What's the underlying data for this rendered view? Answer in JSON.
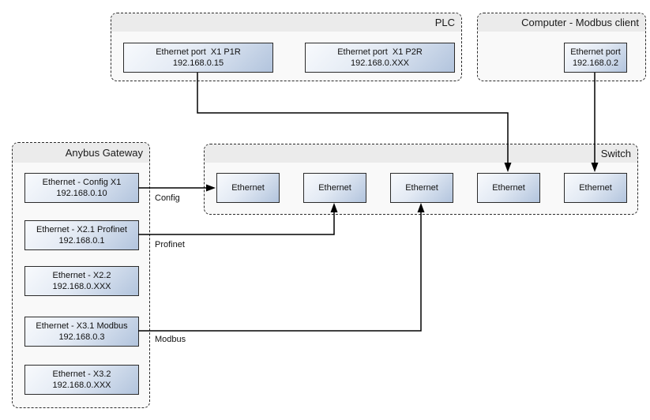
{
  "plc": {
    "title": "PLC",
    "ports": [
      {
        "name": "Ethernet port  X1 P1R",
        "ip": "192.168.0.15"
      },
      {
        "name": "Ethernet port  X1 P2R",
        "ip": "192.168.0.XXX"
      }
    ]
  },
  "computer": {
    "title": "Computer - Modbus client",
    "port": {
      "name": "Ethernet port",
      "ip": "192.168.0.2"
    }
  },
  "gateway": {
    "title": "Anybus Gateway",
    "ports": [
      {
        "name": "Ethernet - Config X1",
        "ip": "192.168.0.10"
      },
      {
        "name": "Ethernet - X2.1 Profinet",
        "ip": "192.168.0.1"
      },
      {
        "name": "Ethernet - X2.2",
        "ip": "192.168.0.XXX"
      },
      {
        "name": "Ethernet - X3.1 Modbus",
        "ip": "192.168.0.3"
      },
      {
        "name": "Ethernet - X3.2",
        "ip": "192.168.0.XXX"
      }
    ]
  },
  "switch": {
    "title": "Switch",
    "ports": [
      {
        "label": "Ethernet"
      },
      {
        "label": "Ethernet"
      },
      {
        "label": "Ethernet"
      },
      {
        "label": "Ethernet"
      },
      {
        "label": "Ethernet"
      }
    ]
  },
  "connections": {
    "config_label": "Config",
    "profinet_label": "Profinet",
    "modbus_label": "Modbus"
  },
  "colors": {
    "container_body": "#f9f9f9",
    "container_band": "#ebebeb",
    "node_gradient_start": "#f8fafd",
    "node_gradient_end": "#b2c4dd",
    "line": "#000000",
    "border_dashed": "#2b2b2b"
  }
}
